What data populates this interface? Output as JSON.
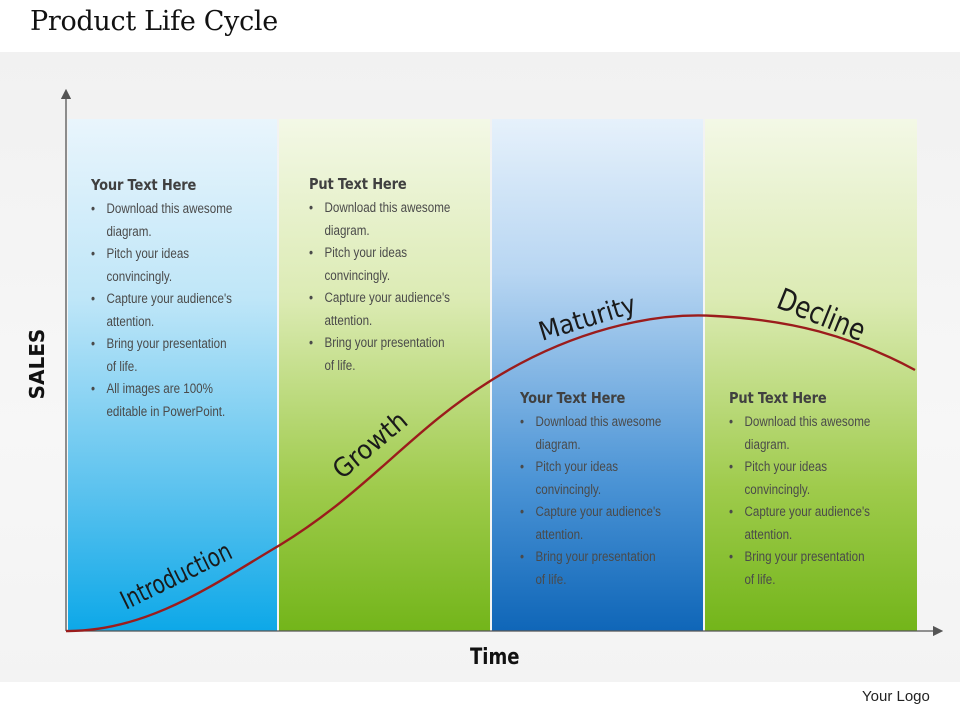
{
  "title": "Product Life Cycle",
  "axes": {
    "y_label": "SALES",
    "x_label": "Time"
  },
  "stages": {
    "introduction": "Introduction",
    "growth": "Growth",
    "maturity": "Maturity",
    "decline": "Decline"
  },
  "blocks": [
    {
      "heading": "Your Text Here",
      "bullets": [
        "Download this awesome diagram.",
        "Pitch your ideas convincingly.",
        "Capture your audience's attention.",
        "Bring your presentation of life.",
        "All images are 100% editable in PowerPoint."
      ]
    },
    {
      "heading": "Put Text Here",
      "bullets": [
        "Download this awesome diagram.",
        "Pitch your ideas convincingly.",
        "Capture your audience's attention.",
        "Bring your presentation of life."
      ]
    },
    {
      "heading": "Your Text Here",
      "bullets": [
        "Download this awesome diagram.",
        "Pitch your ideas convincingly.",
        "Capture your audience's attention.",
        "Bring your presentation of life."
      ]
    },
    {
      "heading": "Put Text Here",
      "bullets": [
        "Download this awesome diagram.",
        "Pitch your ideas convincingly.",
        "Capture your audience's attention.",
        "Bring your presentation of life."
      ]
    }
  ],
  "bullet_char": "•",
  "logo_text": "Your Logo",
  "colors": {
    "curve": "#9b1c1c",
    "axis": "#555555"
  }
}
